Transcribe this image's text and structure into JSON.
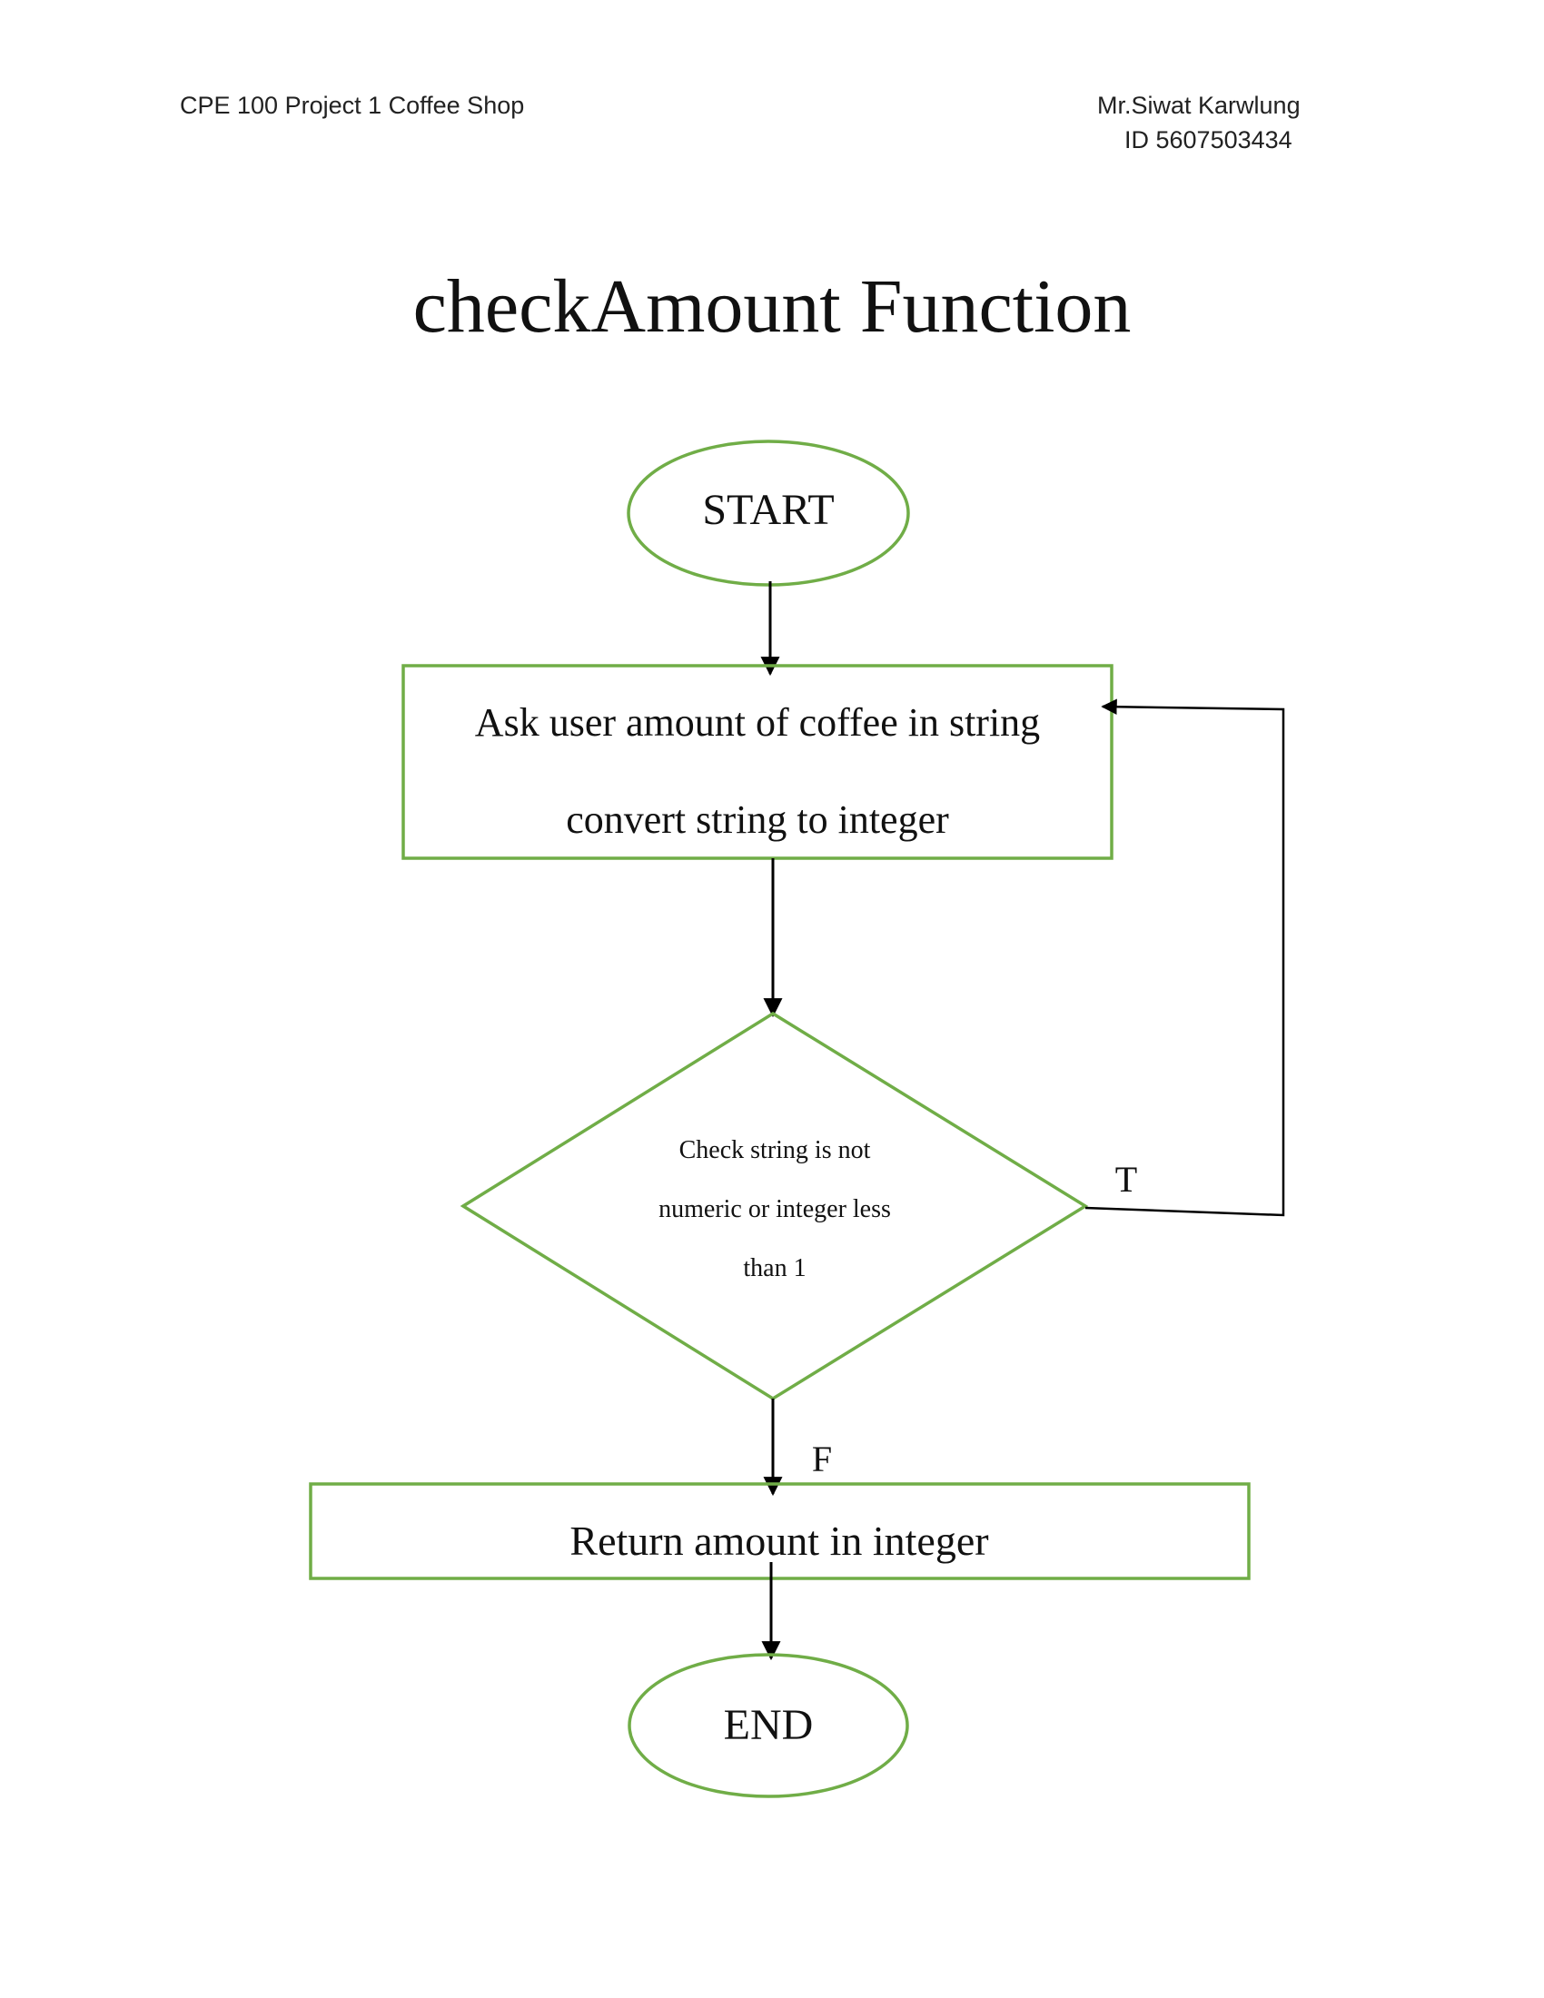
{
  "header": {
    "course": "CPE 100  Project 1  Coffee Shop",
    "author": "Mr.Siwat Karwlung",
    "student_id": "ID 5607503434"
  },
  "title": "checkAmount Function",
  "colors": {
    "shape_stroke": "#70ad47",
    "arrow": "#000000",
    "text": "#111111"
  },
  "flowchart": {
    "start": "START",
    "process_line1": "Ask user amount of coffee in string",
    "process_line2": "convert string to integer",
    "decision_line1": "Check string is not",
    "decision_line2": "numeric or integer less",
    "decision_line3": "than 1",
    "true_label": "T",
    "false_label": "F",
    "return_step": "Return amount in integer",
    "end": "END"
  }
}
